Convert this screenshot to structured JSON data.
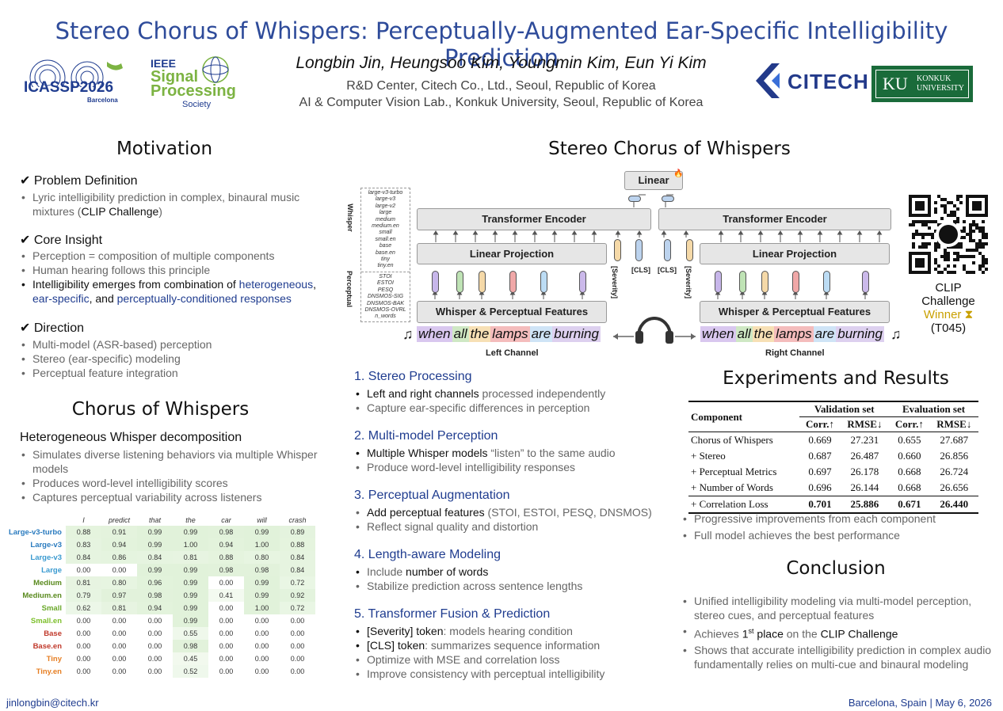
{
  "header": {
    "title": "Stereo Chorus of Whispers: Perceptually-Augmented Ear-Specific Intelligibility Prediction",
    "authors": "Longbin Jin, Heungsoo Kim, Youngmin Kim, Eun Yi Kim",
    "affiliation1": "R&D Center, Citech Co., Ltd., Seoul, Republic of Korea",
    "affiliation2": "AI & Computer Vision Lab., Konkuk University, Seoul, Republic of Korea"
  },
  "logos": {
    "icassp": "ICASSP2026",
    "icassp_sub": "Barcelona",
    "ieee_line1": "IEEE",
    "ieee_line2": "Signal",
    "ieee_line3": "Processing",
    "ieee_line4": "Society",
    "citech": "CITECH",
    "ku": "KU",
    "konkuk1": "KONKUK",
    "konkuk2": "UNIVERSITY"
  },
  "motivation": {
    "heading": "Motivation",
    "problem_title": "✔ Problem Definition",
    "problem_1": "Lyric intelligibility prediction in complex, binaural music mixtures (",
    "problem_1b": "CLIP Challenge",
    "problem_1c": ")",
    "insight_title": "✔ Core Insight",
    "insight_1": "Perception = composition of multiple components",
    "insight_2": "Human hearing follows this principle",
    "insight_3a": "Intelligibility emerges from combination of ",
    "insight_3b": "heterogeneous",
    "insight_3c": ", ",
    "insight_3d": "ear-specific",
    "insight_3e": ", and ",
    "insight_3f": "perceptually-conditioned responses",
    "direction_title": "✔ Direction",
    "direction_1": "Multi-model (ASR-based) perception",
    "direction_2": "Stereo (ear-specific) modeling",
    "direction_3": "Perceptual feature integration"
  },
  "chorus": {
    "heading": "Chorus of Whispers",
    "sub": "Heterogeneous Whisper decomposition",
    "b1": "Simulates diverse listening behaviors via multiple Whisper models",
    "b2": "Produces word-level intelligibility scores",
    "b3": "Captures perceptual variability across listeners"
  },
  "heatmap": {
    "columns": [
      "I",
      "predict",
      "that",
      "the",
      "car",
      "will",
      "crash"
    ],
    "rows": [
      {
        "label": "Large-v3-turbo",
        "color": "#2a7bbf",
        "values": [
          "0.88",
          "0.91",
          "0.99",
          "0.99",
          "0.98",
          "0.99",
          "0.89"
        ]
      },
      {
        "label": "Large-v3",
        "color": "#2a7bbf",
        "values": [
          "0.83",
          "0.94",
          "0.99",
          "1.00",
          "0.94",
          "1.00",
          "0.88"
        ]
      },
      {
        "label": "Large-v3",
        "color": "#3a9ad0",
        "values": [
          "0.84",
          "0.86",
          "0.84",
          "0.81",
          "0.88",
          "0.80",
          "0.84"
        ]
      },
      {
        "label": "Large",
        "color": "#3a9ad0",
        "values": [
          "0.00",
          "0.00",
          "0.99",
          "0.99",
          "0.98",
          "0.98",
          "0.84"
        ]
      },
      {
        "label": "Medium",
        "color": "#5a8a1e",
        "values": [
          "0.81",
          "0.80",
          "0.96",
          "0.99",
          "0.00",
          "0.99",
          "0.72"
        ]
      },
      {
        "label": "Medium.en",
        "color": "#5a8a1e",
        "values": [
          "0.79",
          "0.97",
          "0.98",
          "0.99",
          "0.41",
          "0.99",
          "0.92"
        ]
      },
      {
        "label": "Small",
        "color": "#6aa82a",
        "values": [
          "0.62",
          "0.81",
          "0.94",
          "0.99",
          "0.00",
          "1.00",
          "0.72"
        ]
      },
      {
        "label": "Small.en",
        "color": "#7cbf2a",
        "values": [
          "0.00",
          "0.00",
          "0.00",
          "0.99",
          "0.00",
          "0.00",
          "0.00"
        ]
      },
      {
        "label": "Base",
        "color": "#c0392b",
        "values": [
          "0.00",
          "0.00",
          "0.00",
          "0.55",
          "0.00",
          "0.00",
          "0.00"
        ]
      },
      {
        "label": "Base.en",
        "color": "#c0392b",
        "values": [
          "0.00",
          "0.00",
          "0.00",
          "0.98",
          "0.00",
          "0.00",
          "0.00"
        ]
      },
      {
        "label": "Tiny",
        "color": "#e67e22",
        "values": [
          "0.00",
          "0.00",
          "0.00",
          "0.45",
          "0.00",
          "0.00",
          "0.00"
        ]
      },
      {
        "label": "Tiny.en",
        "color": "#e67e22",
        "values": [
          "0.00",
          "0.00",
          "0.00",
          "0.52",
          "0.00",
          "0.00",
          "0.00"
        ]
      }
    ]
  },
  "diagram": {
    "heading": "Stereo Chorus of Whispers",
    "linear": "Linear",
    "transformer": "Transformer Encoder",
    "projection": "Linear Projection",
    "features": "Whisper & Perceptual Features",
    "cls": "[CLS]",
    "severity": "[Severity]",
    "left_channel": "Left Channel",
    "right_channel": "Right Channel",
    "words": [
      "when",
      "all",
      "the",
      "lamps",
      "are",
      "burning"
    ],
    "word_colors": [
      "#d9c7ef",
      "#cfe8c4",
      "#f7e0b5",
      "#f4bcbc",
      "#cfe4f6",
      "#ddd0ef"
    ],
    "token_colors": [
      "#c7b6ea",
      "#bfe3b5",
      "#f5d9a8",
      "#f0a8a8",
      "#bcdcf4",
      "#cbb9ea"
    ],
    "whisper_label": "Whisper",
    "perceptual_label": "Perceptual",
    "whisper_models": [
      "large-v3-turbo",
      "large-v3",
      "large-v2",
      "large",
      "medium",
      "medium.en",
      "small",
      "small.en",
      "base",
      "base.en",
      "tiny",
      "tiny.en"
    ],
    "perceptual_metrics": [
      "STOI",
      "ESTOI",
      "PESQ",
      "DNSMOS-SIG",
      "DNSMOS-BAK",
      "DNSMOS-OVRL",
      "n_words"
    ]
  },
  "clip": {
    "line1": "CLIP",
    "line2": "Challenge",
    "winner": "Winner",
    "id": "(T045)"
  },
  "steps": {
    "s1_title": "1. Stereo Processing",
    "s1_b1a": "Left and right channels",
    "s1_b1b": " processed independently",
    "s1_b2": "Capture ear-specific differences in perception",
    "s2_title": "2. Multi-model Perception",
    "s2_b1a": "Multiple Whisper models",
    "s2_b1b": " “listen” to the same audio",
    "s2_b2": "Produce word-level intelligibility responses",
    "s3_title": "3. Perceptual Augmentation",
    "s3_b1a": "Add ",
    "s3_b1b": "perceptual features",
    "s3_b1c": " (STOI, ESTOI, PESQ, DNSMOS)",
    "s3_b2": "Reflect signal quality and distortion",
    "s4_title": "4. Length-aware Modeling",
    "s4_b1a": "Include ",
    "s4_b1b": "number of words",
    "s4_b2": "Stabilize prediction across sentence lengths",
    "s5_title": "5. Transformer Fusion & Prediction",
    "s5_b1a": "[Severity] token",
    "s5_b1b": ": models hearing condition",
    "s5_b2a": "[CLS] token",
    "s5_b2b": ": summarizes sequence information",
    "s5_b3": "Optimize with MSE and correlation loss",
    "s5_b4": "Improve consistency with perceptual intelligibility"
  },
  "results": {
    "heading": "Experiments and Results",
    "h_component": "Component",
    "h_val": "Validation set",
    "h_eval": "Evaluation set",
    "h_corr": "Corr.↑",
    "h_rmse": "RMSE↓",
    "rows": [
      {
        "name": "Chorus of Whispers",
        "v": [
          "0.669",
          "27.231",
          "0.655",
          "27.687"
        ]
      },
      {
        "name": "+ Stereo",
        "v": [
          "0.687",
          "26.487",
          "0.660",
          "26.856"
        ]
      },
      {
        "name": "+ Perceptual Metrics",
        "v": [
          "0.697",
          "26.178",
          "0.668",
          "26.724"
        ]
      },
      {
        "name": "+ Number of Words",
        "v": [
          "0.696",
          "26.144",
          "0.668",
          "26.656"
        ]
      },
      {
        "name": "+ Correlation Loss",
        "v": [
          "0.701",
          "25.886",
          "0.671",
          "26.440"
        ]
      }
    ],
    "b1": "Progressive improvements from each component",
    "b2": "Full model achieves the best performance"
  },
  "conclusion": {
    "heading": "Conclusion",
    "b1": "Unified intelligibility modeling via multi-model perception, stereo cues, and perceptual features",
    "b2a": "Achieves ",
    "b2b": "1",
    "b2c": "st",
    "b2d": " place",
    "b2e": " on the ",
    "b2f": "CLIP Challenge",
    "b3": "Shows that accurate intelligibility prediction in complex audio fundamentally relies on multi-cue and binaural modeling"
  },
  "footer": {
    "email": "jinlongbin@citech.kr",
    "place": "Barcelona, Spain | May 6, 2026"
  }
}
